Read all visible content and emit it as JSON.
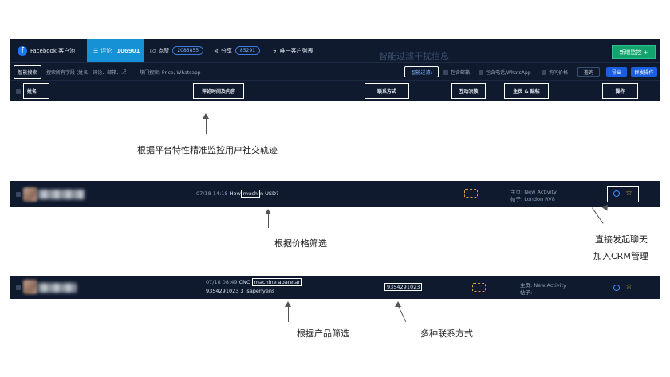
{
  "topbar": {
    "logo_text": "f",
    "app_title": "Facebook 客户池",
    "tab_comments_label": "评论",
    "tab_comments_count": "106901",
    "tab_likes_label": "点赞",
    "tab_likes_count": "2085855",
    "tab_shares_label": "分享",
    "tab_shares_count": "85291",
    "tab_unique_label": "唯一客户列表",
    "new_monitor_button": "新增监控 +"
  },
  "overlay_title": "智能过滤干扰信息",
  "searchbar": {
    "smart_search_label": "智能搜索",
    "search_placeholder": "搜索所有字段 (姓名、评论、邮箱、...",
    "hot_search_label": "热门搜索: Price, Whatsapp",
    "smart_filter_label": "智能过滤:",
    "filter_email": "包含邮箱",
    "filter_phone": "包含电话/WhatsApp",
    "filter_price": "询问价格",
    "query_button": "查询",
    "export_button": "导出",
    "bulk_button": "群发操作"
  },
  "table_header": {
    "name": "姓名",
    "comment_time": "评论时间及内容",
    "contact": "联系方式",
    "interactions": "互动次数",
    "homepage_post": "主页 & 贴帖",
    "actions": "操作"
  },
  "annotations": {
    "track": "根据平台特性精准监控用户社交轨迹",
    "price_filter": "根据价格筛选",
    "chat_crm_line1": "直接发起聊天",
    "chat_crm_line2": "加入CRM管理",
    "product_filter": "根据产品筛选",
    "multi_contact": "多种联系方式"
  },
  "rows": [
    {
      "time": "07/18 14:18",
      "comment_before": "How",
      "comment_highlight": "much",
      "comment_after": "n USD?",
      "interaction": "",
      "homepage": "主页: New Activity",
      "post": "帖子: London RV8"
    },
    {
      "time": "07/18 08:49",
      "comment_before": "CNC",
      "comment_highlight": "machine aparetar",
      "comment_line2": "9354291023 3 isapenyens",
      "contact": "9354291023",
      "interaction": "",
      "homepage": "主页: New Activity",
      "post": "帖子:"
    }
  ],
  "colors": {
    "panel_bg": "#0f1a2e",
    "active_tab": "#1592d6",
    "new_button": "#13a36e",
    "accent_blue": "#1a5fe0",
    "star": "#e5a83a"
  }
}
